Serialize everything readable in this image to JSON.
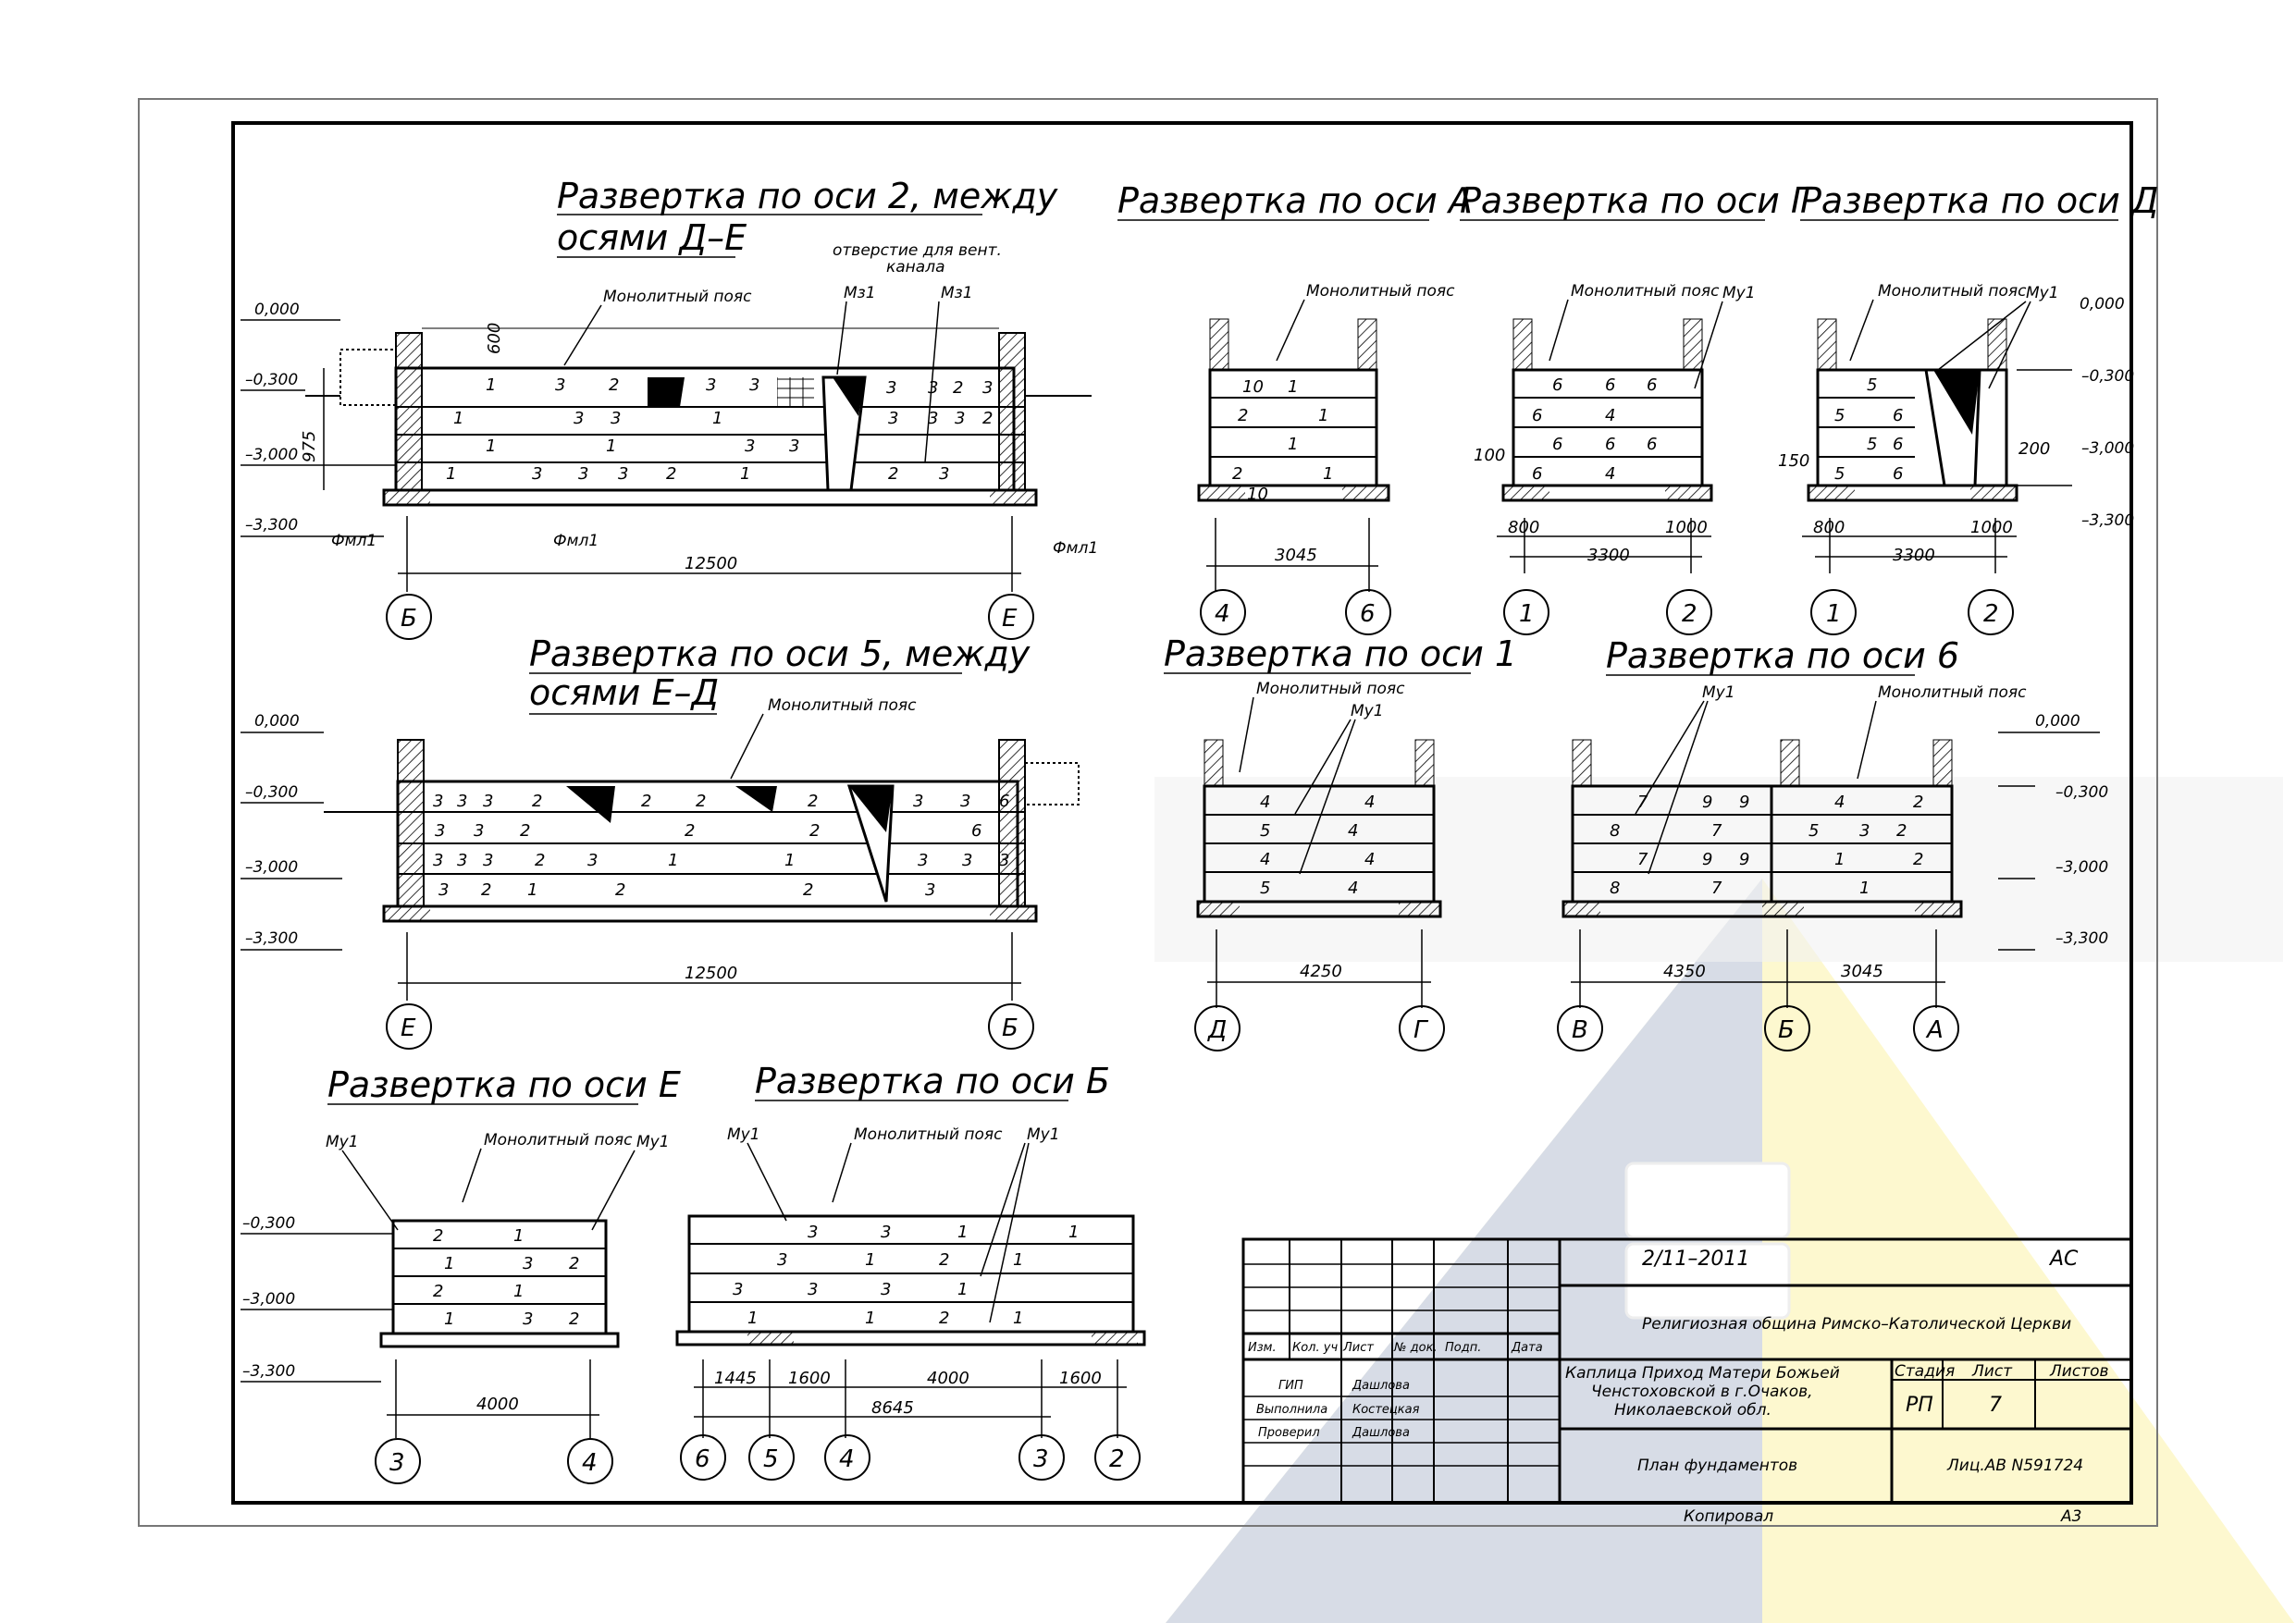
{
  "colors": {
    "ink": "#000000",
    "hatch": "#000000",
    "watermark_blue": "#c9d3ee",
    "watermark_yellow": "#fbf3a8",
    "watermark_grey": "#f1f1f1"
  },
  "elevations": {
    "e0": "0,000",
    "e1": "–0,300",
    "e2": "–3,000",
    "e3": "–3,300"
  },
  "common": {
    "belt": "Монолитный пояс",
    "mu": "Му1",
    "mz": "Мз1",
    "fml": "Фмл1",
    "vent": "отверстие для вент.",
    "vent2": "канала",
    "h975": "975",
    "h600": "600"
  },
  "views": {
    "v2": {
      "title1": "Развертка по оси 2, между",
      "title2": "осями Д–Е",
      "dim": "12500",
      "ax1": "Б",
      "ax2": "Е"
    },
    "v5": {
      "title1": "Развертка по оси 5, между",
      "title2": "осями Е–Д",
      "dim": "12500",
      "ax1": "Е",
      "ax2": "Б"
    },
    "vA": {
      "title": "Развертка по оси А",
      "dim": "3045",
      "ax1": "4",
      "ax2": "6",
      "d10a": "10",
      "d10b": "10"
    },
    "vG": {
      "title": "Развертка по оси Г",
      "d1": "800",
      "d2": "3300",
      "d3": "1000",
      "d100": "100",
      "ax1": "1",
      "ax2": "2"
    },
    "vD": {
      "title": "Развертка по оси Д",
      "d1": "800",
      "d2": "3300",
      "d3": "1000",
      "d150": "150",
      "d200": "200",
      "ax1": "1",
      "ax2": "2"
    },
    "v1": {
      "title": "Развертка по оси 1",
      "dim": "4250",
      "ax1": "Д",
      "ax2": "Г"
    },
    "v6": {
      "title": "Развертка по оси 6",
      "d1": "4350",
      "d2": "3045",
      "ax1": "В",
      "ax2": "Б",
      "ax3": "А"
    },
    "vE": {
      "title": "Развертка по оси Е",
      "dim": "4000",
      "ax1": "3",
      "ax2": "4"
    },
    "vB": {
      "title": "Развертка по оси Б",
      "d1": "1445",
      "d2": "1600",
      "d3": "4000",
      "d4": "1600",
      "dtot": "8645",
      "ax1": "6",
      "ax2": "5",
      "ax3": "4",
      "ax4": "3",
      "ax5": "2"
    }
  },
  "blocks": {
    "v2": [
      "1",
      "3",
      "2",
      "3",
      "3",
      "1",
      "3",
      "3",
      "1",
      "1",
      "1",
      "3",
      "1",
      "3",
      "3",
      "3",
      "2",
      "1",
      "3",
      "3",
      "3",
      "2",
      "3",
      "3",
      "3",
      "3",
      "2",
      "2",
      "3"
    ],
    "v5": [
      "3",
      "3",
      "3",
      "2",
      "2",
      "2",
      "2",
      "3",
      "3",
      "6",
      "3",
      "3",
      "2",
      "2",
      "2",
      "6",
      "3",
      "3",
      "3",
      "2",
      "3",
      "1",
      "1",
      "3",
      "3",
      "3",
      "3",
      "2",
      "1",
      "2",
      "2",
      "3"
    ],
    "vA": [
      "1",
      "2",
      "1",
      "1",
      "2",
      "1"
    ],
    "vG": [
      "6",
      "6",
      "6",
      "6",
      "4",
      "6",
      "6",
      "6",
      "6",
      "4"
    ],
    "vD": [
      "5",
      "5",
      "6",
      "5",
      "6",
      "5",
      "6"
    ],
    "v1": [
      "4",
      "4",
      "5",
      "4",
      "4",
      "4",
      "5",
      "4"
    ],
    "v6": [
      "7",
      "9",
      "9",
      "4",
      "2",
      "8",
      "7",
      "5",
      "3",
      "2",
      "7",
      "9",
      "9",
      "1",
      "2",
      "8",
      "7",
      "1"
    ],
    "vE": [
      "2",
      "1",
      "1",
      "3",
      "2",
      "2",
      "1",
      "1",
      "3",
      "2"
    ],
    "vB": [
      "3",
      "3",
      "1",
      "1",
      "3",
      "1",
      "2",
      "1",
      "3",
      "3",
      "3",
      "1",
      "1",
      "1",
      "2",
      "1"
    ]
  },
  "titleblock": {
    "code": "2/11–2011",
    "ac": "АС",
    "org": "Религиозная община Римско–Католической Церкви",
    "h_izm": "Изм.",
    "h_kol": "Кол. уч",
    "h_list": "Лист",
    "h_doc": "№ док.",
    "h_podp": "Подп.",
    "h_data": "Дата",
    "r1_role": "ГИП",
    "r1_name": "Дашлова",
    "r2_role": "Выполнила",
    "r2_name": "Костецкая",
    "r3_role": "Проверил",
    "r3_name": "Дашлова",
    "project1": "Каплица Приход Матери Божьей",
    "project2": "Ченстоховской в г.Очаков,",
    "project3": "Николаевской обл.",
    "sheet_name": "План фундаментов",
    "stage_h": "Стадия",
    "list_h": "Лист",
    "listov_h": "Листов",
    "stage": "РП",
    "list": "7",
    "listov": "",
    "license": "Лиц.АВ N591724",
    "copied": "Копировал",
    "format": "А3"
  }
}
